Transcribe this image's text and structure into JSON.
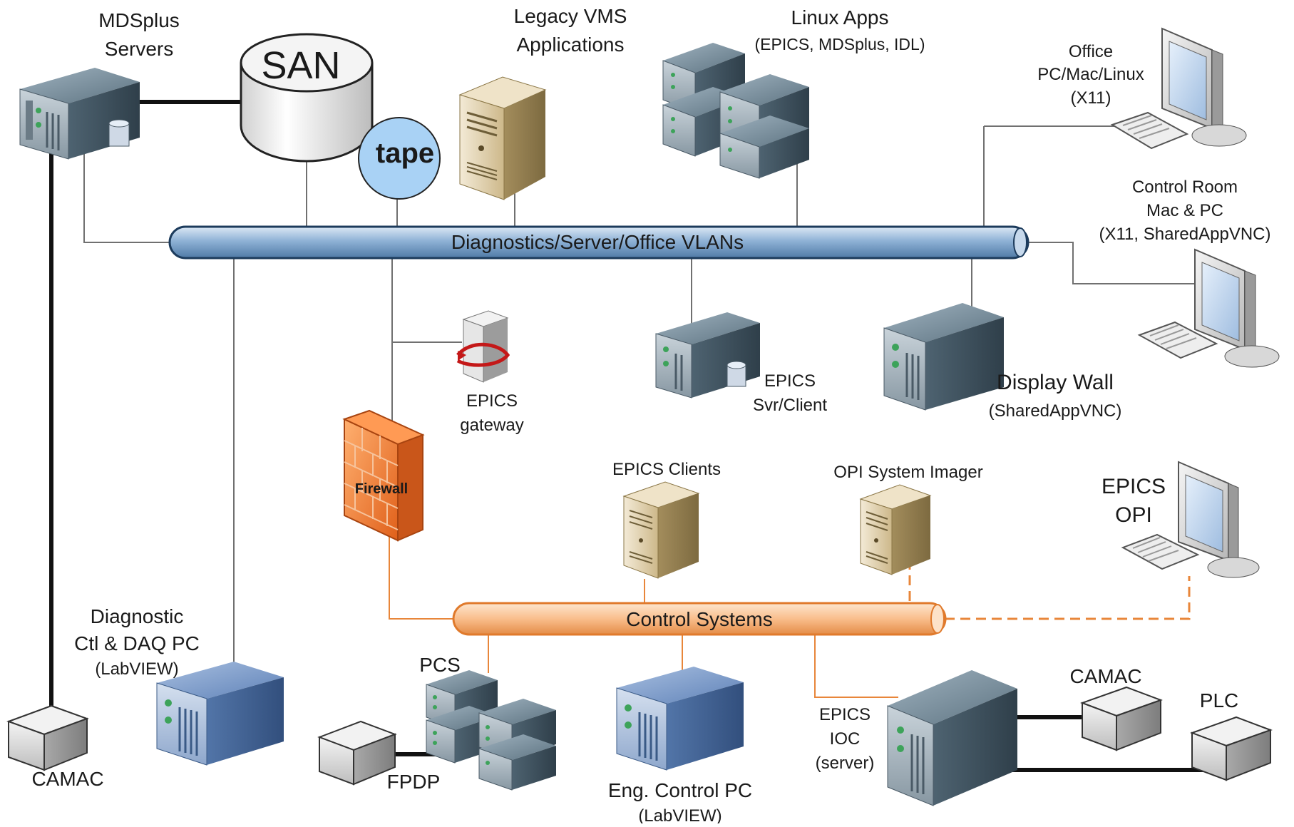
{
  "buses": {
    "diagnostics_vlan": "Diagnostics/Server/Office VLANs",
    "control_systems": "Control Systems"
  },
  "nodes": {
    "mdsplus_servers": [
      "MDSplus",
      "Servers"
    ],
    "san": "SAN",
    "tape": "tape",
    "legacy_vms": [
      "Legacy VMS",
      "Applications"
    ],
    "linux_apps": "Linux Apps",
    "linux_apps_sub": "(EPICS, MDSplus, IDL)",
    "office_pc": [
      "Office",
      "PC/Mac/Linux",
      "(X11)"
    ],
    "control_room": [
      "Control Room",
      "Mac & PC",
      "(X11, SharedAppVNC)"
    ],
    "epics_gateway": [
      "EPICS",
      "gateway"
    ],
    "epics_svr_client": [
      "EPICS",
      "Svr/Client"
    ],
    "display_wall": "Display Wall",
    "display_wall_sub": "(SharedAppVNC)",
    "firewall": "Firewall",
    "epics_clients": "EPICS Clients",
    "opi_system_imager": "OPI System Imager",
    "epics_opi": [
      "EPICS",
      "OPI"
    ],
    "diagnostic_pc": [
      "Diagnostic",
      "Ctl & DAQ PC"
    ],
    "diagnostic_pc_sub": "(LabVIEW)",
    "camac_left": "CAMAC",
    "pcs": "PCS",
    "fpdp": "FPDP",
    "eng_control_pc": "Eng. Control PC",
    "eng_control_pc_sub": "(LabVIEW)",
    "epics_ioc": [
      "EPICS",
      "IOC",
      "(server)"
    ],
    "camac_right": "CAMAC",
    "plc": "PLC"
  },
  "colors": {
    "vlan_bus": "#7ba0c8",
    "control_bus": "#f7b57a",
    "orange_line": "#e8863a",
    "tape_fill": "#a9d2f5",
    "firewall": "#f07a2a"
  }
}
